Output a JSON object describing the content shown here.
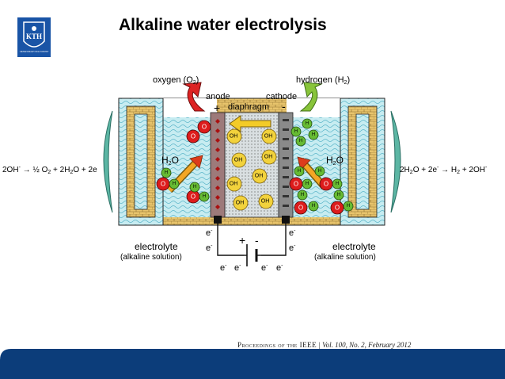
{
  "title": "Alkaline water electrolysis",
  "logo": {
    "text": "KTH",
    "subtext": "VETENSKAP OCH KONST"
  },
  "labels": {
    "oxygen": "oxygen (O",
    "oxygen_sub": "2",
    "oxygen_end": ")",
    "hydrogen": "hydrogen (H",
    "hydrogen_sub": "2",
    "hydrogen_end": ")",
    "anode": "anode",
    "cathode": "cathode",
    "diaphragm": "diaphragm",
    "plus": "+",
    "minus": "-",
    "water_left": "H",
    "water_left_sub": "2",
    "water_left_end": "O",
    "water_right": "H",
    "water_right_sub": "2",
    "water_right_end": "O",
    "electrolyte_left": "electrolyte",
    "electrolyte_left_sub": "(alkaline solution)",
    "electrolyte_right": "electrolyte",
    "electrolyte_right_sub": "(alkaline solution)",
    "electron": "e",
    "electron_sup": "-",
    "battery_plus": "+",
    "battery_minus": "-"
  },
  "equations": {
    "left": [
      "2OH",
      "-",
      " → ½ O",
      "2",
      " + 2H",
      "2",
      "O + 2e"
    ],
    "right": [
      "2H",
      "2",
      "O + 2e",
      "-",
      " → H",
      "2",
      " + 2OH",
      "-"
    ]
  },
  "molecule_labels": {
    "O": "O",
    "H": "H",
    "OH": "OH",
    "OH_sup": "-"
  },
  "citation": {
    "journal": "Proceedings of the IEEE",
    "details": " | Vol. 100, No. 2, February 2012"
  },
  "colors": {
    "water": "#bde8ee",
    "tank": "#e9c66a",
    "oxygen_atom": "#dd1c1c",
    "hydrogen_atom": "#66bb33",
    "hydroxide": "#f2d23c",
    "red_arrow": "#dd2222",
    "green_arrow": "#88c43a",
    "footer": "#0c3d7a"
  }
}
